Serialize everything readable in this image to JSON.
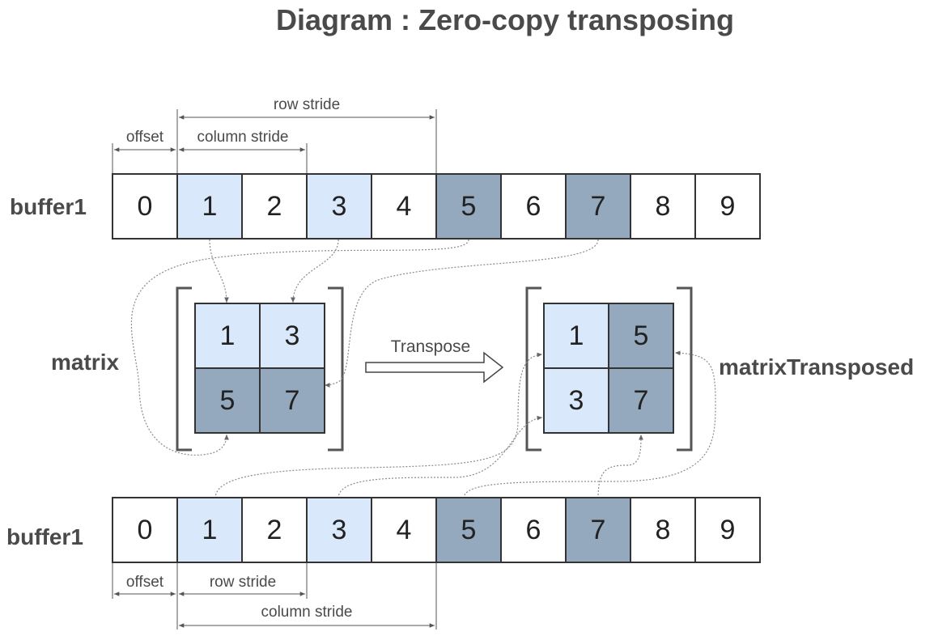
{
  "title": "Diagram : Zero-copy transposing",
  "colors": {
    "highlight_light": "#dae8fc",
    "highlight_dark": "#94a9be",
    "cell_border": "#333333",
    "connector": "#777777",
    "text": "#4a4a4a"
  },
  "buffer_top": {
    "label": "buffer1",
    "cells": [
      {
        "value": "0",
        "style": "white"
      },
      {
        "value": "1",
        "style": "light"
      },
      {
        "value": "2",
        "style": "white"
      },
      {
        "value": "3",
        "style": "light"
      },
      {
        "value": "4",
        "style": "white"
      },
      {
        "value": "5",
        "style": "dark"
      },
      {
        "value": "6",
        "style": "white"
      },
      {
        "value": "7",
        "style": "dark"
      },
      {
        "value": "8",
        "style": "white"
      },
      {
        "value": "9",
        "style": "white"
      }
    ],
    "dims": {
      "row_stride": "row stride",
      "offset": "offset",
      "column_stride": "column stride"
    }
  },
  "matrix": {
    "label": "matrix",
    "cells": [
      {
        "value": "1",
        "style": "light"
      },
      {
        "value": "3",
        "style": "light"
      },
      {
        "value": "5",
        "style": "dark"
      },
      {
        "value": "7",
        "style": "dark"
      }
    ]
  },
  "transpose": {
    "label": "Transpose"
  },
  "matrix_transposed": {
    "label": "matrixTransposed",
    "cells": [
      {
        "value": "1",
        "style": "light"
      },
      {
        "value": "5",
        "style": "dark"
      },
      {
        "value": "3",
        "style": "light"
      },
      {
        "value": "7",
        "style": "dark"
      }
    ]
  },
  "buffer_bottom": {
    "label": "buffer1",
    "cells": [
      {
        "value": "0",
        "style": "white"
      },
      {
        "value": "1",
        "style": "light"
      },
      {
        "value": "2",
        "style": "white"
      },
      {
        "value": "3",
        "style": "light"
      },
      {
        "value": "4",
        "style": "white"
      },
      {
        "value": "5",
        "style": "dark"
      },
      {
        "value": "6",
        "style": "white"
      },
      {
        "value": "7",
        "style": "dark"
      },
      {
        "value": "8",
        "style": "white"
      },
      {
        "value": "9",
        "style": "white"
      }
    ],
    "dims": {
      "offset": "offset",
      "row_stride": "row stride",
      "column_stride": "column stride"
    }
  }
}
